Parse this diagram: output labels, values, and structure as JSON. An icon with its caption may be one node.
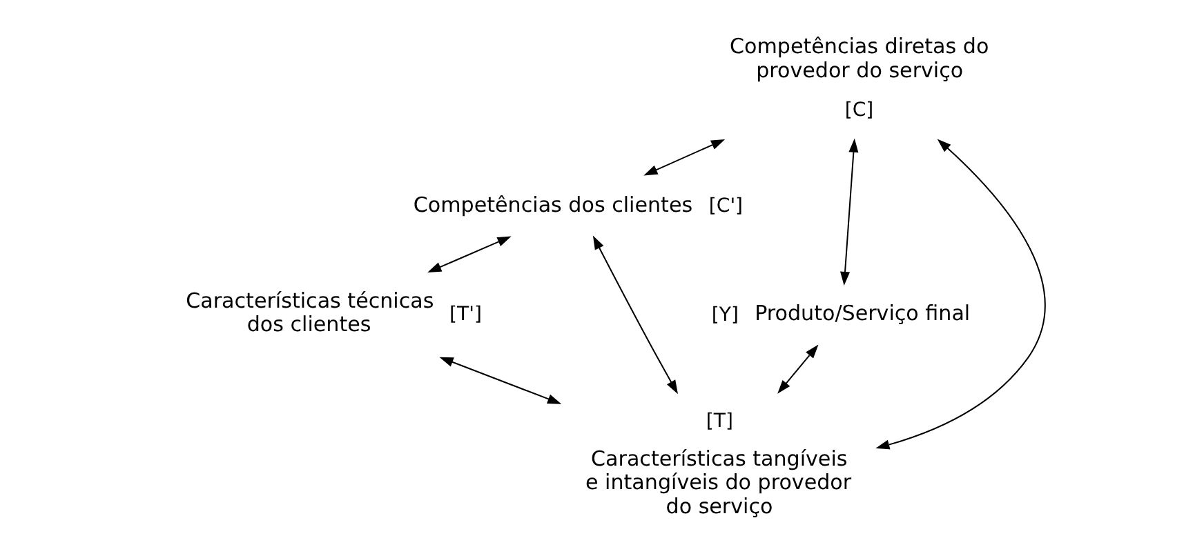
{
  "diagram": {
    "nodes": [
      {
        "text": [
          "[C]"
        ],
        "beside": [
          "Competências diretas do provedor do serviço"
        ]
      },
      {
        "text": [
          "[C']"
        ],
        "beside": [
          "Competências dos clientes"
        ]
      },
      {
        "text": [
          "[Y]"
        ],
        "beside": [
          "Produto/Serviço final"
        ]
      },
      {
        "text": [
          "[T']"
        ],
        "beside": [
          "Características técnicas dos clientes"
        ]
      },
      {
        "text": [
          "[T]"
        ],
        "beside": [
          "Características tangíveis e intangíveis do provedor do serviço"
        ]
      }
    ],
    "edges": [
      {
        "from": 0,
        "to": 1,
        "arrow": "both"
      },
      {
        "from": 1,
        "to": 4,
        "arrow": "both"
      },
      {
        "from": 0,
        "to": 4,
        "arrow": "both"
      },
      {
        "from": 0,
        "to": 2,
        "arrow": "both"
      },
      {
        "from": 1,
        "to": 3,
        "arrow": "both"
      },
      {
        "from": 3,
        "to": 4,
        "arrow": "both"
      },
      {
        "from": 4,
        "to": 2,
        "arrow": "both"
      }
    ]
  }
}
